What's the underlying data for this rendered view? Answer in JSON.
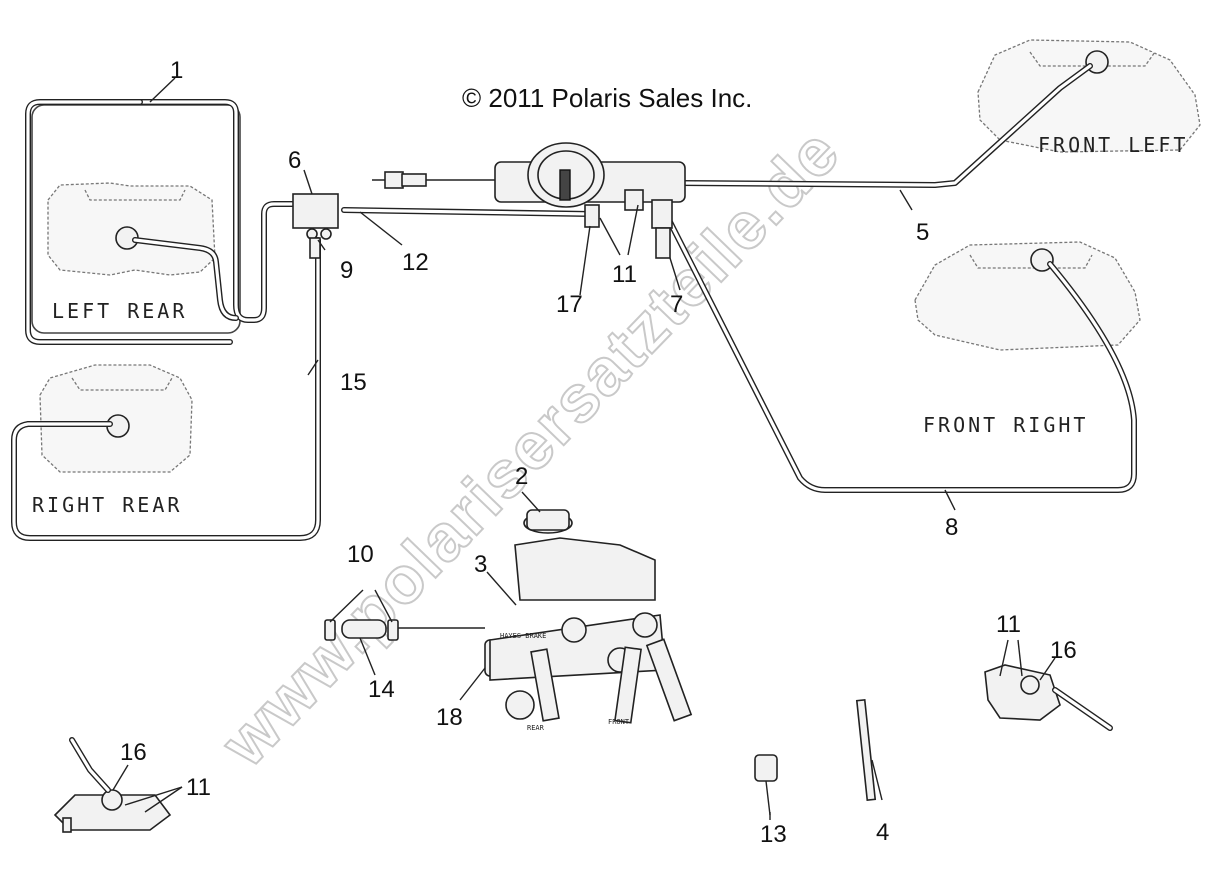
{
  "copyright": "© 2011 Polaris Sales Inc.",
  "watermark": "www.polarisersatzteile.de",
  "caliper_labels": {
    "left_rear": "LEFT REAR",
    "right_rear": "RIGHT REAR",
    "front_left": "FRONT LEFT",
    "front_right": "FRONT RIGHT"
  },
  "part_markings": {
    "master_cylinder_brand": "HAYES BRAKE",
    "rear_port": "REAR",
    "front_port": "FRONT"
  },
  "callouts": {
    "c1": "1",
    "c2": "2",
    "c3": "3",
    "c4": "4",
    "c5": "5",
    "c6": "6",
    "c7": "7",
    "c8": "8",
    "c9": "9",
    "c10": "10",
    "c11_top": "11",
    "c11_right": "11",
    "c11_bottom": "11",
    "c12": "12",
    "c13": "13",
    "c14": "14",
    "c15": "15",
    "c16_right": "16",
    "c16_bottom": "16",
    "c17": "17",
    "c18": "18"
  }
}
